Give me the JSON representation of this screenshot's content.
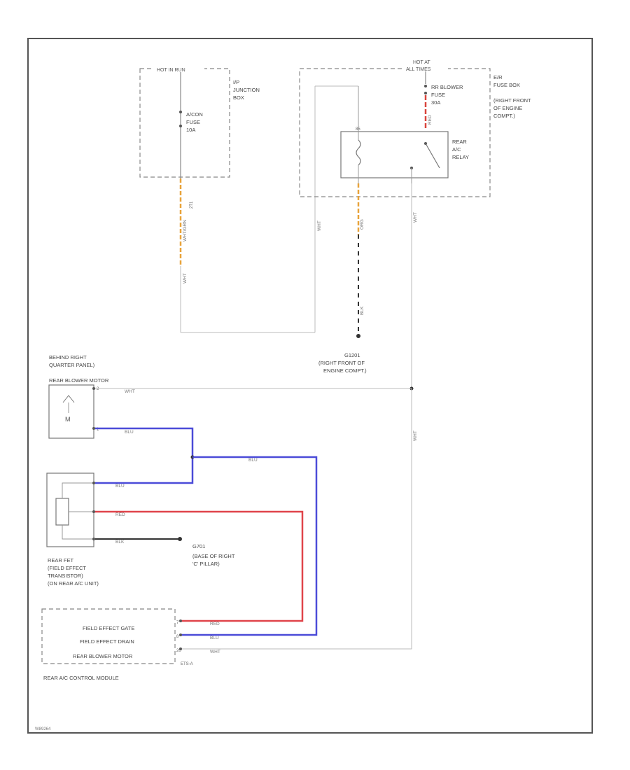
{
  "diagram": {
    "corner_code": "W89264",
    "hot_in_run": {
      "header": "HOT IN RUN",
      "box_label_1": "I/P",
      "box_label_2": "JUNCTION",
      "box_label_3": "BOX",
      "fuse_1": "A/CON",
      "fuse_2": "FUSE",
      "fuse_3": "10A",
      "connector": "2T1",
      "wire_color": "WHT/GRN",
      "wire_color_2": "WHT"
    },
    "underhood": {
      "header_1": "HOT AT",
      "header_2": "ALL TIMES",
      "box_label_1": "E/R",
      "box_label_2": "FUSE BOX",
      "box_label_3": "(RIGHT FRONT",
      "box_label_4": "OF ENGINE",
      "box_label_5": "COMPT.)",
      "fuse_1": "RR BLOWER",
      "fuse_2": "FUSE",
      "fuse_3": "30A",
      "relay_1": "REAR",
      "relay_2": "A/C",
      "relay_3": "RELAY",
      "wire_red": "RED",
      "wire_left": "WHT",
      "wire_middle": "ORG",
      "wire_right": "WHT",
      "wire_blk": "BLK"
    },
    "ground_g101": {
      "name": "G1201",
      "line_2": "(RIGHT FRONT OF",
      "line_3": "ENGINE COMPT.)"
    },
    "motor": {
      "line_1": "BEHIND RIGHT",
      "line_2": "QUARTER PANEL)",
      "line_3": "REAR BLOWER MOTOR",
      "pin_top": "2",
      "pin_bottom": "1",
      "wire_top": "WHT",
      "wire_bottom": "BLU"
    },
    "fet": {
      "line_1": "REAR FET",
      "line_2": "(FIELD EFFECT",
      "line_3": "TRANSISTOR)",
      "line_4": "(ON REAR A/C UNIT)",
      "wire_blu": "BLU",
      "wire_red": "RED",
      "wire_blk": "BLK",
      "wire_blu_2": "BLU",
      "wire_white_vertical": "WHT"
    },
    "ground_g701": {
      "name": "G701",
      "line_2": "(BASE OF RIGHT",
      "line_3": "'C' PILLAR)"
    },
    "module": {
      "name": "REAR A/C CONTROL MODULE",
      "pin_gate": "FIELD EFFECT GATE",
      "pin_drain": "FIELD EFFECT DRAIN",
      "pin_motor": "REAR BLOWER MOTOR",
      "pin_gate_num": "7",
      "pin_drain_num": "8",
      "pin_motor_num": "20",
      "connector": "ETS-A",
      "wire_gate": "RED",
      "wire_drain": "BLU",
      "wire_motor": "WHT"
    }
  }
}
